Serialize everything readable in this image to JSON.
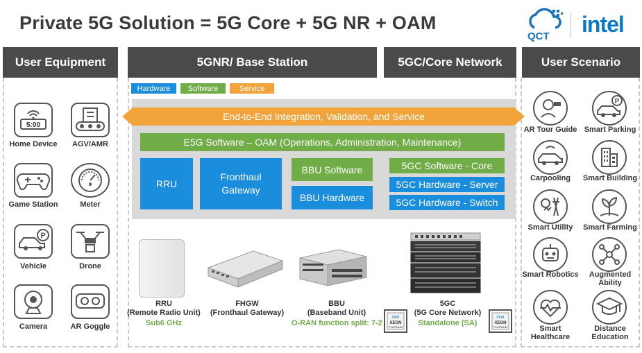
{
  "title": "Private 5G Solution = 5G Core + 5G NR + OAM",
  "logos": {
    "qct": "QCT",
    "intel": "intel"
  },
  "headers": {
    "ue": "User Equipment",
    "nr": "5GNR/ Base Station",
    "core": "5GC/Core Network",
    "scenario": "User Scenario"
  },
  "legend": {
    "hardware": "Hardware",
    "software": "Software",
    "service": "Service"
  },
  "colors": {
    "blue": "#1a8ddc",
    "green": "#70ad47",
    "orange": "#f2a33a",
    "header": "#4a4a4a"
  },
  "stack": {
    "e2e": "End-to-End Integration, Validation, and Service",
    "oam": "E5G Software – OAM (Operations, Administration, Maintenance)",
    "rru": "RRU",
    "fronthaul_1": "Fronthaul",
    "fronthaul_2": "Gateway",
    "bbu_sw": "BBU Software",
    "bbu_hw": "BBU Hardware",
    "core_sw": "5GC Software - Core",
    "core_server": "5GC Hardware - Server",
    "core_switch": "5GC Hardware - Switch"
  },
  "ue_devices": [
    {
      "label": "Home Device",
      "icon": "home-device-icon"
    },
    {
      "label": "AGV/AMR",
      "icon": "agv-icon"
    },
    {
      "label": "Game Station",
      "icon": "gamepad-icon"
    },
    {
      "label": "Meter",
      "icon": "meter-icon"
    },
    {
      "label": "Vehicle",
      "icon": "vehicle-icon"
    },
    {
      "label": "Drone",
      "icon": "drone-icon"
    },
    {
      "label": "Camera",
      "icon": "camera-icon"
    },
    {
      "label": "AR Goggle",
      "icon": "ar-goggle-icon"
    }
  ],
  "home_device_screen": "5:00",
  "scenarios": [
    {
      "label": "AR Tour Guide",
      "icon": "ar-tour-icon"
    },
    {
      "label": "Smart Parking",
      "icon": "parking-icon"
    },
    {
      "label": "Carpooling",
      "icon": "carpool-icon"
    },
    {
      "label": "Smart Building",
      "icon": "building-icon"
    },
    {
      "label": "Smart Utility",
      "icon": "utility-icon"
    },
    {
      "label": "Smart Farming",
      "icon": "farming-icon"
    },
    {
      "label": "Smart Robotics",
      "icon": "robot-icon"
    },
    {
      "label": "Augmented Ability",
      "icon": "augmented-icon"
    },
    {
      "label": "Smart Healthcare",
      "icon": "healthcare-icon"
    },
    {
      "label": "Distance Education",
      "icon": "education-icon"
    }
  ],
  "devices": {
    "rru": {
      "name": "RRU",
      "desc": "(Remote Radio Unit)",
      "sub": "Sub6 GHz"
    },
    "fhgw": {
      "name": "FHGW",
      "desc": "(Fronthaul Gateway)",
      "sub": ""
    },
    "bbu": {
      "name": "BBU",
      "desc": "(Baseband Unit)",
      "sub": "O-RAN function split: 7-2"
    },
    "fivegc": {
      "name": "5GC",
      "desc": "(5G Core Network)",
      "sub": "Standalone (SA)"
    }
  },
  "xeon_badge": {
    "brand": "intel",
    "line1": "XEON",
    "line2": "PLATINUM"
  }
}
